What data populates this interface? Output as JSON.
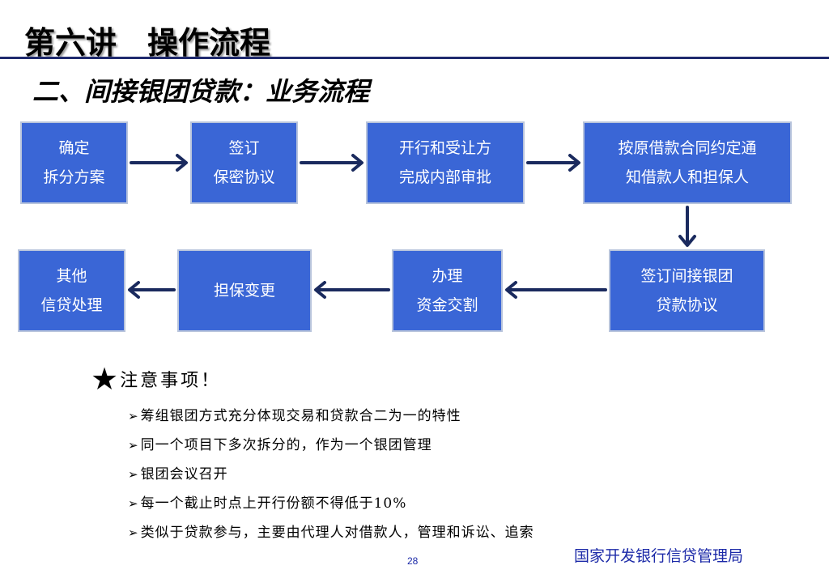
{
  "header": {
    "title": "第六讲　操作流程",
    "subtitle": "二、间接银团贷款：业务流程"
  },
  "flow": {
    "row1": [
      {
        "line1": "确定",
        "line2": "拆分方案"
      },
      {
        "line1": "签订",
        "line2": "保密协议"
      },
      {
        "line1": "开行和受让方",
        "line2": "完成内部审批"
      },
      {
        "line1": "按原借款合同约定通",
        "line2": "知借款人和担保人"
      }
    ],
    "row2": [
      {
        "line1": "签订间接银团",
        "line2": "贷款协议"
      },
      {
        "line1": "办理",
        "line2": "资金交割"
      },
      {
        "line1": "担保变更",
        "line2": ""
      },
      {
        "line1": "其他",
        "line2": "信贷处理"
      }
    ]
  },
  "notes": {
    "star": "★",
    "heading": "注意事项！",
    "bullet": "➢",
    "items": [
      "筹组银团方式充分体现交易和贷款合二为一的特性",
      "同一个项目下多次拆分的，作为一个银团管理",
      "银团会议召开",
      "每一个截止时点上开行份额不得低于10%",
      "类似于贷款参与，主要由代理人对借款人，管理和诉讼、追索"
    ]
  },
  "footer": {
    "page_number": "28",
    "organization": "国家开发银行信贷管理局"
  },
  "colors": {
    "box_fill": "#3a66d6",
    "box_border": "#b8c4dc",
    "arrow": "#1a2a5e",
    "footer_text": "#1c2aa8"
  }
}
